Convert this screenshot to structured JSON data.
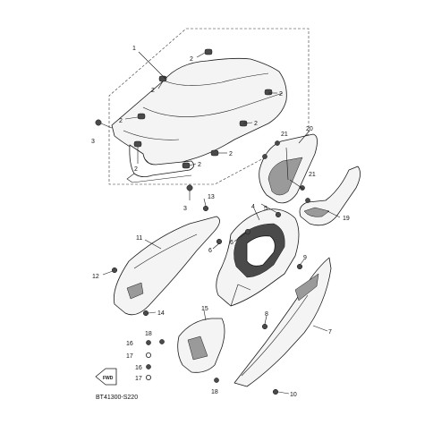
{
  "diagram": {
    "drawing_code": "BT41300-S220",
    "forward_marker": "FWD",
    "callouts": {
      "c1": "1",
      "c2a": "2",
      "c2b": "2",
      "c2c": "2",
      "c2d": "2",
      "c2e": "2",
      "c2f": "2",
      "c2g": "2",
      "c2h": "2",
      "c3a": "3",
      "c3b": "3",
      "c4": "4",
      "c5": "5",
      "c6a": "6",
      "c6b": "6",
      "c7": "7",
      "c8": "8",
      "c9": "9",
      "c10": "10",
      "c11": "11",
      "c12": "12",
      "c13": "13",
      "c14": "14",
      "c15": "15",
      "c16a": "16",
      "c16b": "16",
      "c17a": "17",
      "c17b": "17",
      "c18a": "18",
      "c18b": "18",
      "c19": "19",
      "c20": "20",
      "c21a": "21",
      "c21b": "21"
    }
  }
}
